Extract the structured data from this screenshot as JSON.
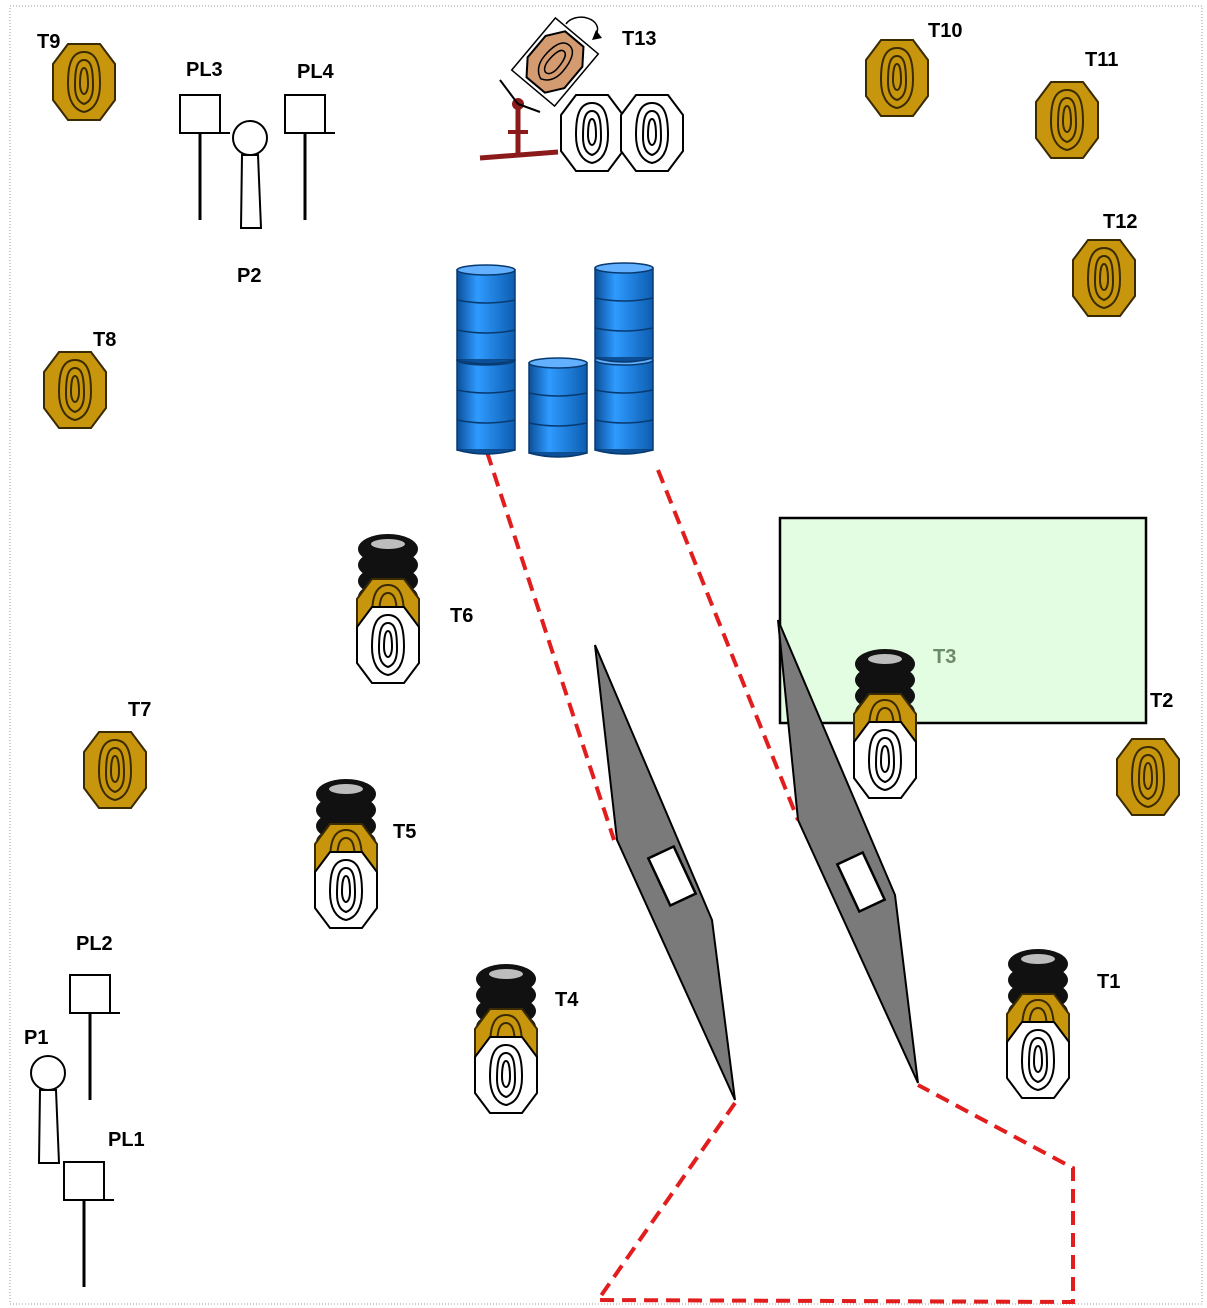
{
  "diagram": {
    "labels": {
      "T1": "T1",
      "T2": "T2",
      "T3": "T3",
      "T4": "T4",
      "T5": "T5",
      "T6": "T6",
      "T7": "T7",
      "T8": "T8",
      "T9": "T9",
      "T10": "T10",
      "T11": "T11",
      "T12": "T12",
      "T13": "T13",
      "P1": "P1",
      "P2": "P2",
      "PL1": "PL1",
      "PL2": "PL2",
      "PL3": "PL3",
      "PL4": "PL4"
    },
    "colors": {
      "target_gold": "#C8960C",
      "target_outline": "#3a2a00",
      "barrel_blue": "#1f7fd6",
      "fault_line": "#e11d1d",
      "wall_gray": "#7a7a7a",
      "shooting_box": "#e2fde2",
      "t3_label": "#6b8a6b",
      "mover_tan": "#d49a70",
      "tire_black": "#111111",
      "mount_red": "#8b1a1a"
    }
  }
}
